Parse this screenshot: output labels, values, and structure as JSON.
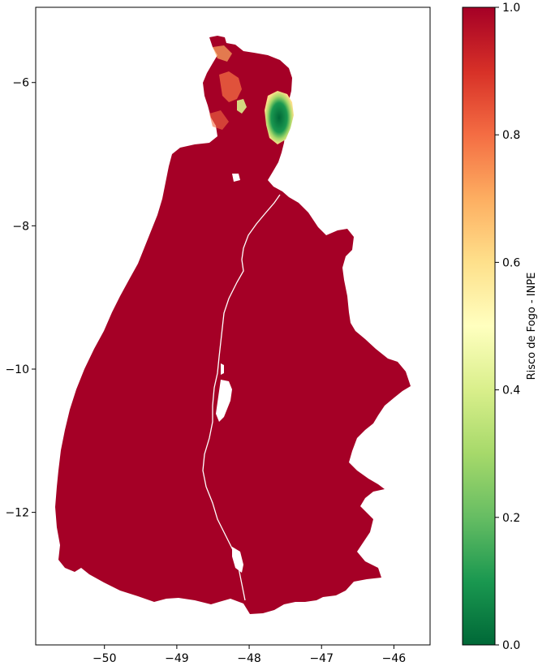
{
  "map": {
    "type": "raster-map",
    "region_fill_color": "#a50026",
    "x_ticks": [
      {
        "value": -50,
        "label": "−50"
      },
      {
        "value": -49,
        "label": "−49"
      },
      {
        "value": -48,
        "label": "−48"
      },
      {
        "value": -47,
        "label": "−47"
      },
      {
        "value": -46,
        "label": "−46"
      }
    ],
    "y_ticks": [
      {
        "value": -6,
        "label": "−6"
      },
      {
        "value": -8,
        "label": "−8"
      },
      {
        "value": -10,
        "label": "−10"
      },
      {
        "value": -12,
        "label": "−12"
      }
    ],
    "xlim": [
      -50.95,
      -45.5
    ],
    "ylim": [
      -13.85,
      -4.95
    ]
  },
  "colorbar": {
    "label": "Risco de Fogo - INPE",
    "colormap": "RdYlGn_r",
    "range": [
      0.0,
      1.0
    ],
    "ticks": [
      {
        "value": 0.0,
        "label": "0.0"
      },
      {
        "value": 0.2,
        "label": "0.2"
      },
      {
        "value": 0.4,
        "label": "0.4"
      },
      {
        "value": 0.6,
        "label": "0.6"
      },
      {
        "value": 0.8,
        "label": "0.8"
      },
      {
        "value": 1.0,
        "label": "1.0"
      }
    ],
    "colors": [
      "#006837",
      "#1a9850",
      "#66bd63",
      "#a6d96a",
      "#d9ef8b",
      "#ffffbf",
      "#fee08b",
      "#fdae61",
      "#f46d43",
      "#d73027",
      "#a50026"
    ]
  }
}
